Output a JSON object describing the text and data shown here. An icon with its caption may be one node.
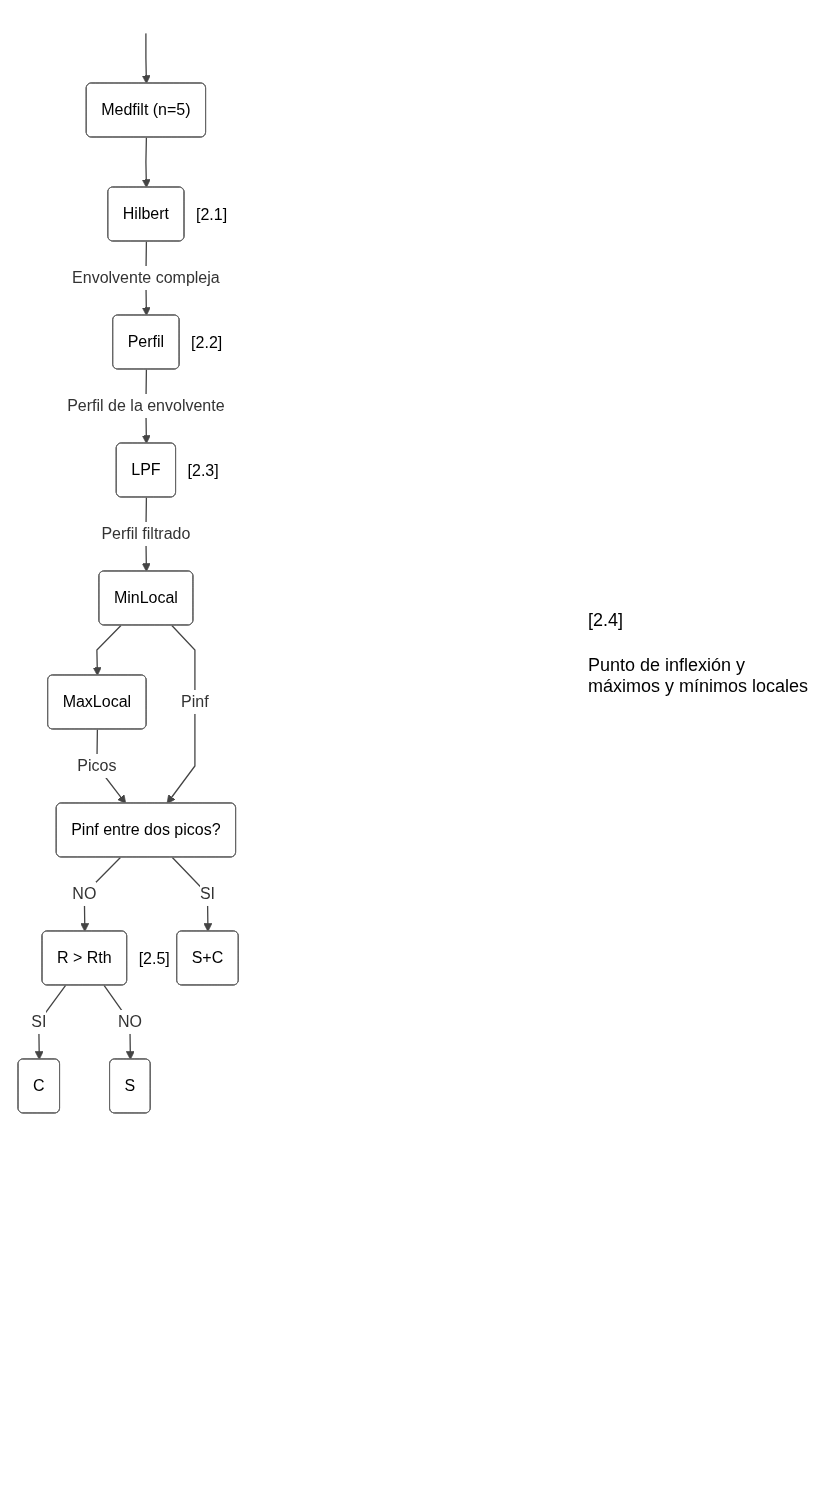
{
  "diagram": {
    "nodes": [
      {
        "text": [
          "Medfilt (n=5)"
        ]
      },
      {
        "text": [
          "Hilbert"
        ],
        "beside": [
          "[2.1]"
        ]
      },
      {
        "text": [
          "Perfil"
        ],
        "beside": [
          "[2.2]"
        ]
      },
      {
        "text": [
          "LPF"
        ],
        "beside": [
          "[2.3]"
        ]
      },
      {
        "text": [
          "MinLocal"
        ]
      },
      {
        "text": [
          "MaxLocal"
        ]
      },
      {
        "text": [
          "Pinf entre dos picos?"
        ]
      },
      {
        "text": [
          "R > Rth"
        ],
        "beside": [
          "[2.5]"
        ]
      },
      {
        "text": [
          "S+C"
        ]
      },
      {
        "text": [
          "C"
        ]
      },
      {
        "text": [
          "S"
        ]
      }
    ],
    "edges": [
      {
        "from": null,
        "to": 0,
        "arrow": "to"
      },
      {
        "from": 0,
        "to": 1,
        "arrow": "to"
      },
      {
        "from": 1,
        "to": 2,
        "arrow": "to",
        "label": "Envolvente compleja"
      },
      {
        "from": 2,
        "to": 3,
        "arrow": "to",
        "label": "Perfil de la envolvente"
      },
      {
        "from": 3,
        "to": 4,
        "arrow": "to",
        "label": "Perfil filtrado"
      },
      {
        "from": 4,
        "to": 5,
        "arrow": "to"
      },
      {
        "from": 5,
        "to": 6,
        "arrow": "to",
        "label": "Picos"
      },
      {
        "from": 4,
        "to": 6,
        "arrow": "to",
        "label": "Pinf"
      },
      {
        "from": 6,
        "to": 8,
        "arrow": "to",
        "label": "SI"
      },
      {
        "from": 6,
        "to": 7,
        "arrow": "to",
        "label": "NO"
      },
      {
        "from": 7,
        "to": 9,
        "arrow": "to",
        "label": "SI"
      },
      {
        "from": 7,
        "to": 10,
        "arrow": "to",
        "label": "NO"
      }
    ],
    "labels": [
      "[2.4]",
      "Punto de inflexión y máximos y mínimos locales"
    ]
  }
}
